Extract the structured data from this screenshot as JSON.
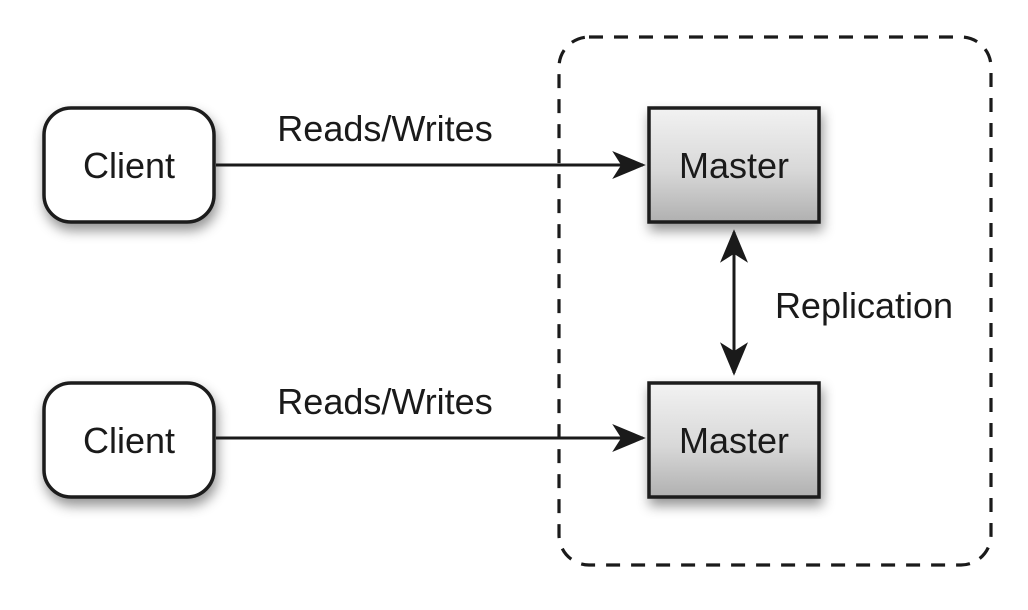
{
  "diagram": {
    "title": "master-master-replication-diagram",
    "background": "#ffffff",
    "line_color": "#1a1a1a",
    "text_color": "#1a1a1a",
    "client_fill": "#ffffff",
    "master_gradient_top": "#f2f2f2",
    "master_gradient_bottom": "#b0b0b0"
  },
  "nodes": {
    "client_top": {
      "label": "Client"
    },
    "client_bottom": {
      "label": "Client"
    },
    "master_top": {
      "label": "Master"
    },
    "master_bottom": {
      "label": "Master"
    }
  },
  "edges": {
    "reads_writes_top": {
      "label": "Reads/Writes"
    },
    "reads_writes_bottom": {
      "label": "Reads/Writes"
    },
    "replication": {
      "label": "Replication"
    }
  }
}
